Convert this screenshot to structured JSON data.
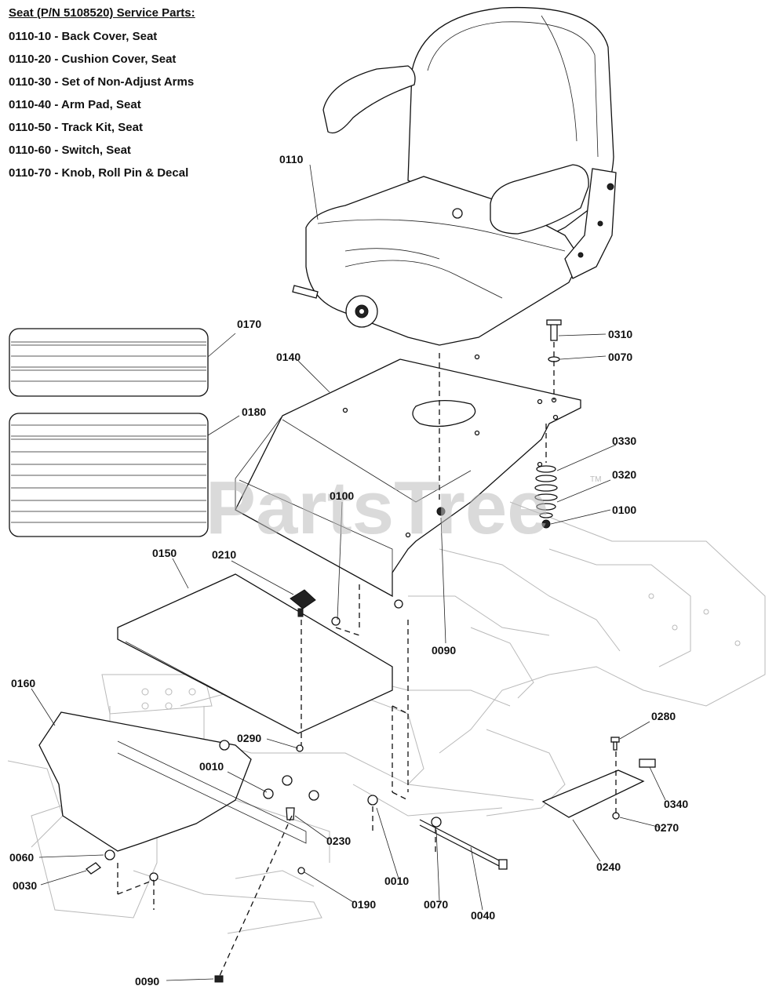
{
  "header": {
    "title": "Seat (P/N 5108520) Service Parts:",
    "service_parts": [
      "0110-10 - Back Cover, Seat",
      "0110-20 - Cushion Cover, Seat",
      "0110-30 - Set of Non-Adjust Arms",
      "0110-40 - Arm Pad, Seat",
      "0110-50 - Track Kit, Seat",
      "0110-60 - Switch, Seat",
      "0110-70 - Knob, Roll Pin & Decal"
    ]
  },
  "watermark": "PartsTree",
  "trademark": "TM",
  "callouts": {
    "c0110": "0110",
    "c0170": "0170",
    "c0180": "0180",
    "c0140": "0140",
    "c0310": "0310",
    "c0070a": "0070",
    "c0330": "0330",
    "c0320": "0320",
    "c0100a": "0100",
    "c0100b": "0100",
    "c0150": "0150",
    "c0210": "0210",
    "c0090a": "0090",
    "c0160": "0160",
    "c0290": "0290",
    "c0010a": "0010",
    "c0280": "0280",
    "c0340": "0340",
    "c0270": "0270",
    "c0240": "0240",
    "c0230": "0230",
    "c0010b": "0010",
    "c0070b": "0070",
    "c0040": "0040",
    "c0190": "0190",
    "c0060": "0060",
    "c0030": "0030",
    "c0090b": "0090"
  }
}
